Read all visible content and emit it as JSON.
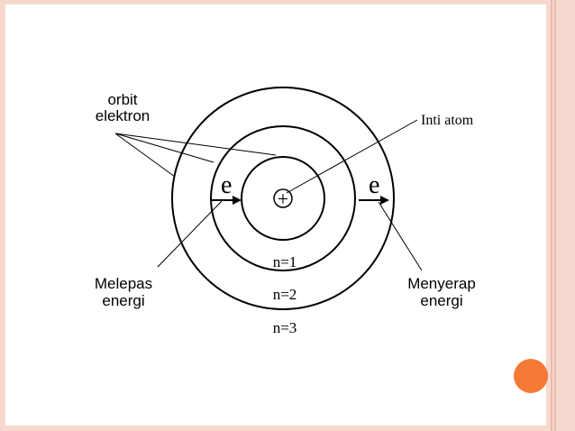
{
  "colors": {
    "border": "#f7d8cf",
    "border_line": "#e9b9aa",
    "accent_dot": "#f47a36",
    "ink": "#000000"
  },
  "diagram": {
    "label_orbit_line1": "orbit",
    "label_orbit_line2": "elektron",
    "label_nucleus": "Inti atom",
    "electron_left": "e",
    "electron_right": "e",
    "nucleus_symbol": "+",
    "label_release_line1": "Melepas",
    "label_release_line2": "energi",
    "label_absorb_line1": "Menyerap",
    "label_absorb_line2": "energi",
    "level_1": "n=1",
    "level_2": "n=2",
    "level_3": "n=3"
  }
}
